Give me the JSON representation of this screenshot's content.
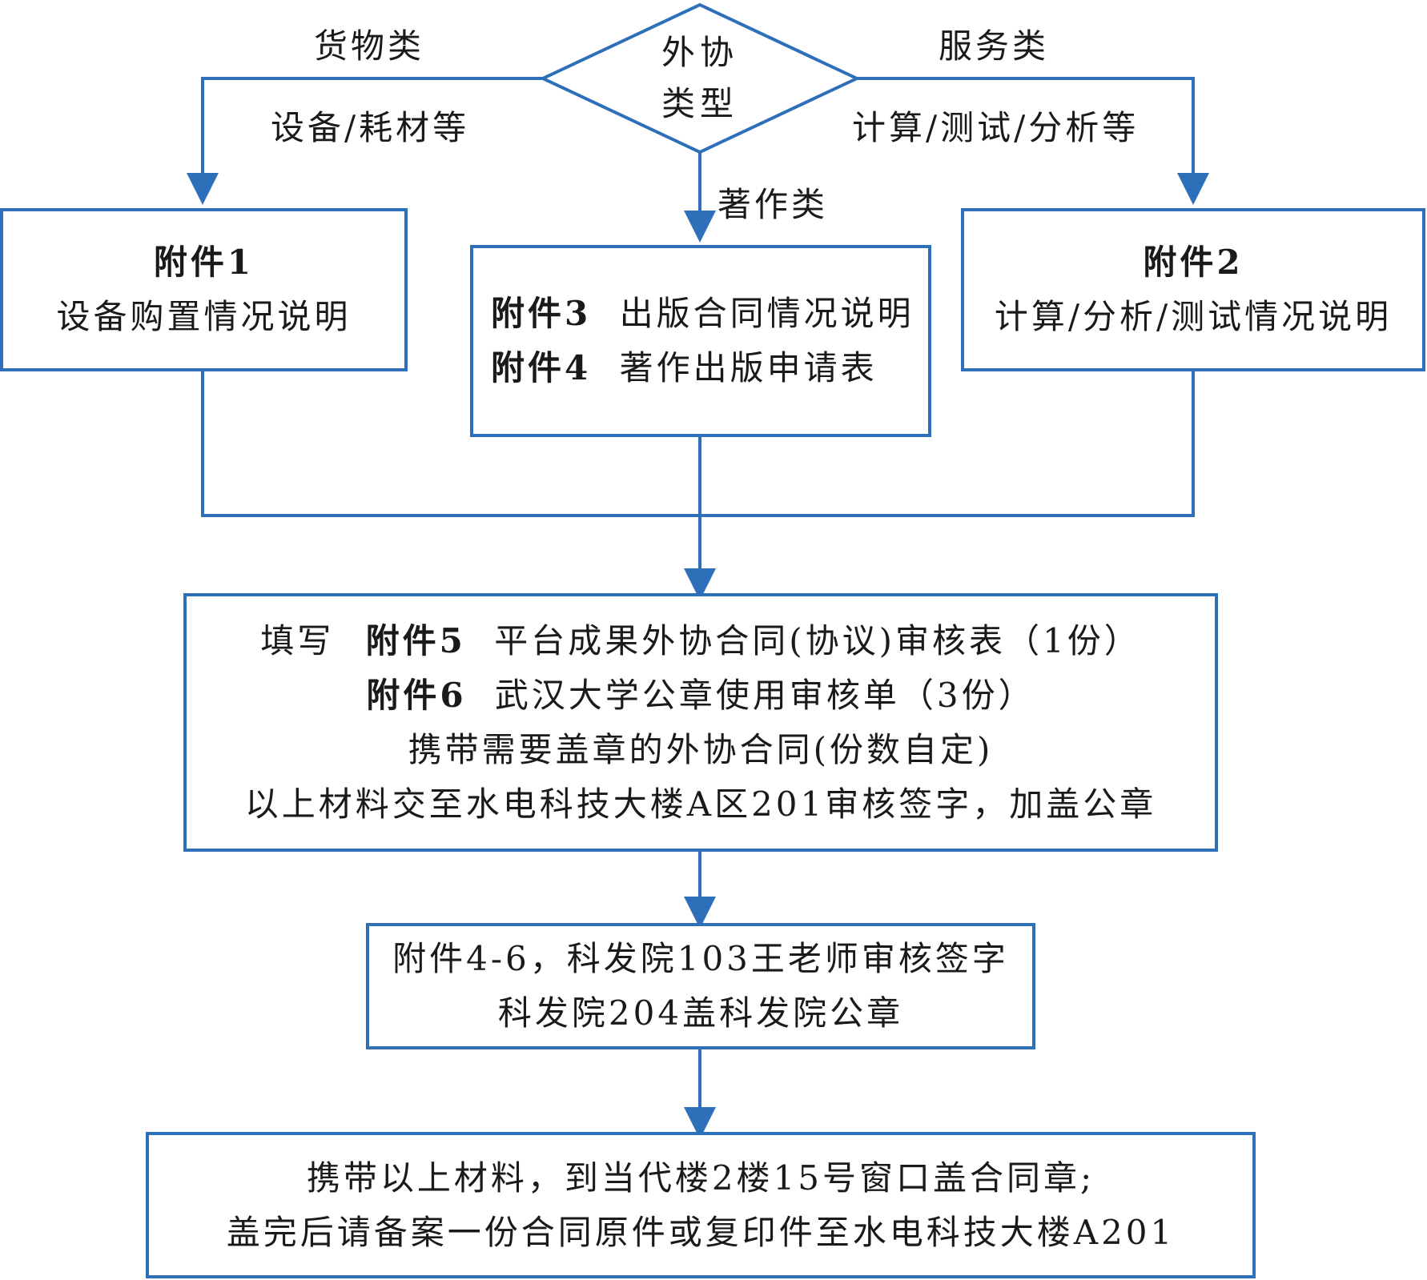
{
  "decision": {
    "line1": "外协",
    "line2": "类型"
  },
  "branches": {
    "goods": {
      "name": "货物类",
      "sub": "设备/耗材等"
    },
    "service": {
      "name": "服务类",
      "sub": "计算/测试/分析等"
    },
    "works": {
      "name": "著作类"
    }
  },
  "box_attach1": {
    "title": "附件1",
    "desc": "设备购置情况说明"
  },
  "box_attach34": {
    "a3_tag": "附件3",
    "a3_text": "出版合同情况说明",
    "a4_tag": "附件4",
    "a4_text": "著作出版申请表"
  },
  "box_attach2": {
    "title": "附件2",
    "desc": "计算/分析/测试情况说明"
  },
  "box_fill": {
    "prefix": "填写",
    "a5_tag": "附件5",
    "a5_text": "平台成果外协合同(协议)审核表（1份）",
    "a6_tag": "附件6",
    "a6_text": "武汉大学公章使用审核单（3份）",
    "line3": "携带需要盖章的外协合同(份数自定)",
    "line4": "以上材料交至水电科技大楼A区201审核签字，加盖公章"
  },
  "box_review": {
    "line1": "附件4-6，科发院103王老师审核签字",
    "line2": "科发院204盖科发院公章"
  },
  "box_final": {
    "line1": "携带以上材料，到当代楼2楼15号窗口盖合同章;",
    "line2": "盖完后请备案一份合同原件或复印件至水电科技大楼A201"
  },
  "colors": {
    "line": "#2e6fba",
    "text": "#1a1a1a"
  }
}
